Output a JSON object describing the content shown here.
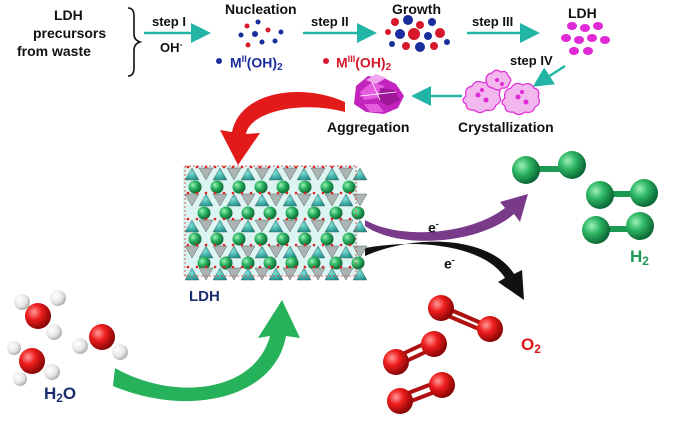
{
  "process": {
    "precursors": [
      "LDH",
      "precursors",
      "from waste"
    ],
    "step1": "step I",
    "oh": "OH",
    "oh_sup": "-",
    "nucleation": "Nucleation",
    "step2": "step II",
    "growth": "Growth",
    "step3": "step III",
    "ldh_top": "LDH",
    "step4": "step IV",
    "m2_base": "M",
    "m2_sup": "II",
    "m2_rest": "(OH)",
    "m2_sub": "2",
    "m3_base": "M",
    "m3_sup": "III",
    "m3_rest": "(OH)",
    "m3_sub": "2",
    "aggregation": "Aggregation",
    "crystallization": "Crystallization"
  },
  "reaction": {
    "ldh": "LDH",
    "e1_base": "e",
    "e1_sup": "-",
    "e2_base": "e",
    "e2_sup": "-",
    "h2_base": "H",
    "h2_sub": "2",
    "o2_base": "O",
    "o2_sub": "2",
    "water_h": "H",
    "water_sub": "2",
    "water_o": "O"
  },
  "colors": {
    "teal_arrow": "#22b5a6",
    "red_arrow": "#e21a1a",
    "green_arrow": "#25b25a",
    "purple_arrow": "#7a3a8a",
    "black_arrow": "#111111",
    "m2_blue": "#1a2d9c",
    "m3_red": "#d7182a",
    "h2_green": "#1d9a52",
    "o2_red": "#e01414",
    "magenta": "#e02ad8"
  }
}
